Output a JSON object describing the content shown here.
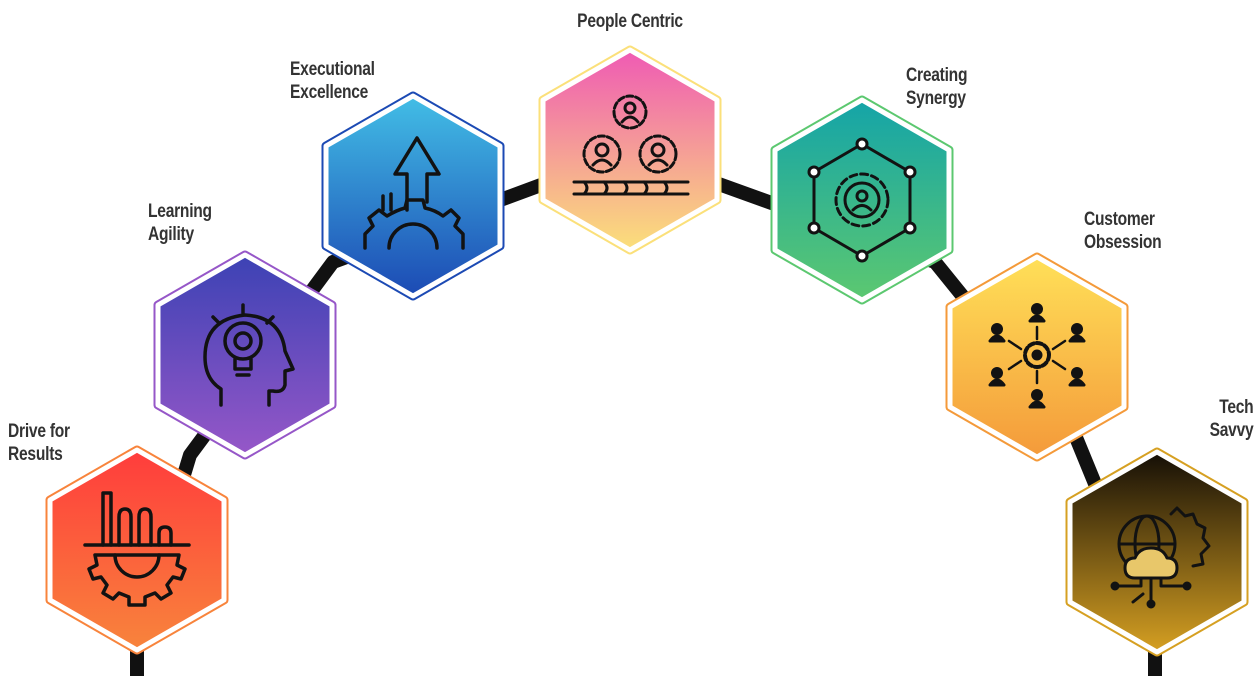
{
  "diagram": {
    "values": [
      {
        "id": "drive",
        "label_lines": [
          "Drive for",
          "Results"
        ],
        "icon": "chart-gear-icon",
        "gradient": [
          "#ff3c3c",
          "#f8843c"
        ]
      },
      {
        "id": "learning",
        "label_lines": [
          "Learning",
          "Agility"
        ],
        "icon": "idea-head-icon",
        "gradient": [
          "#3c42b4",
          "#9657c8"
        ]
      },
      {
        "id": "executional",
        "label_lines": [
          "Executional",
          "Excellence"
        ],
        "icon": "arrow-gear-icon",
        "gradient": [
          "#42bee6",
          "#1c4ab4"
        ]
      },
      {
        "id": "people",
        "label_lines": [
          "People Centric"
        ],
        "icon": "people-gears-icon",
        "gradient": [
          "#ef5ab4",
          "#fbe07a"
        ]
      },
      {
        "id": "synergy",
        "label_lines": [
          "Creating",
          "Synergy"
        ],
        "icon": "network-gear-icon",
        "gradient": [
          "#14a4a8",
          "#5cc870"
        ]
      },
      {
        "id": "customer",
        "label_lines": [
          "Customer",
          "Obsession"
        ],
        "icon": "people-around-gear-icon",
        "gradient": [
          "#ffe058",
          "#f49a3a"
        ]
      },
      {
        "id": "tech",
        "label_lines": [
          "Tech",
          "Savvy"
        ],
        "icon": "globe-cloud-icon",
        "gradient": [
          "#140e06",
          "#d6a022"
        ]
      }
    ],
    "colors": {
      "connector": "#111111",
      "hex_outline": "#ffffff",
      "icon_stroke": "#121212",
      "label_text": "#333333"
    }
  }
}
